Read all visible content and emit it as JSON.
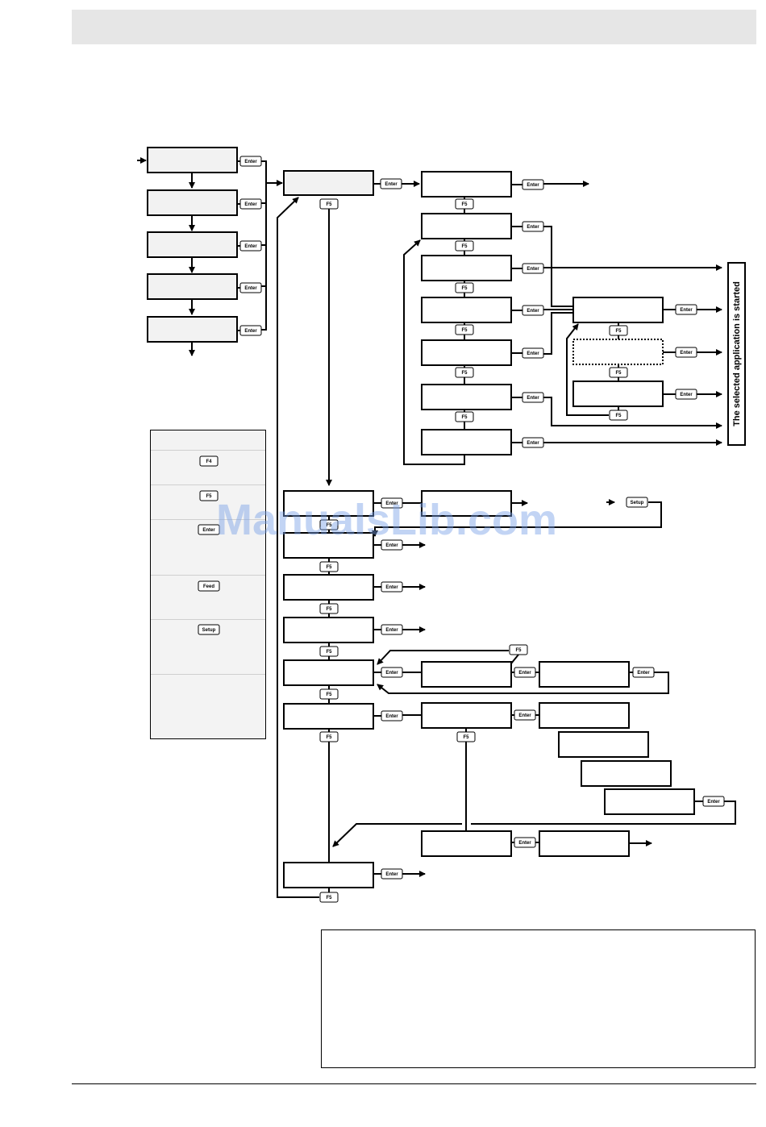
{
  "keys": {
    "enter": "Enter",
    "f4": "F4",
    "f5": "F5",
    "feed": "Feed",
    "setup": "Setup"
  },
  "side_label": "The selected application is started",
  "watermark": "ManualsLib.com",
  "colors": {
    "box_fill": "#f2f2f2",
    "panel_fill": "#f3f3f3",
    "header_fill": "#e6e6e6",
    "watermark": "#78a0e6"
  }
}
